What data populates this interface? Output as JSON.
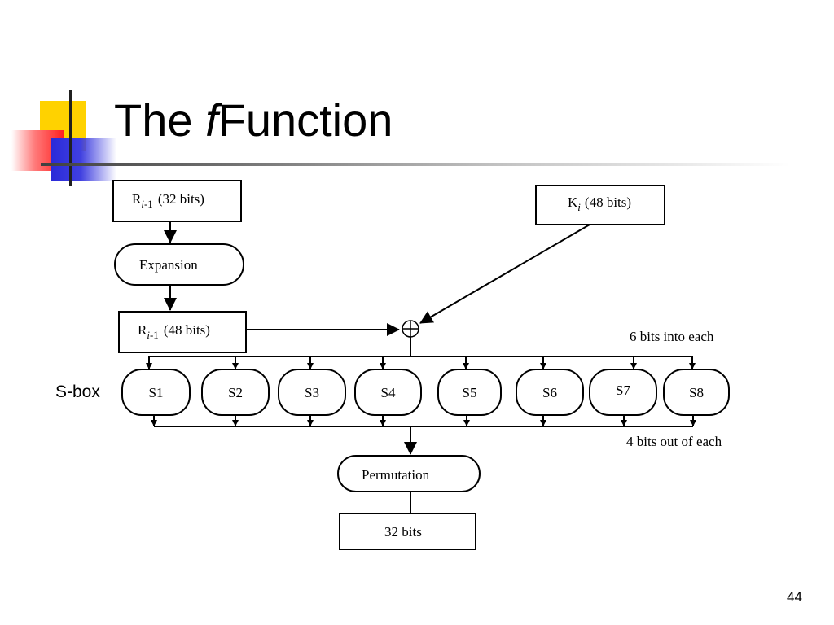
{
  "slide": {
    "title_pre": "The",
    "title_f": "f",
    "title_post": "Function",
    "sbox_label": "S-box",
    "page_number": "44"
  },
  "diagram": {
    "r_in": {
      "letter": "R",
      "sub": "i",
      "sub_tail": "-1",
      "bits": "(32 bits)"
    },
    "key": {
      "letter": "K",
      "sub": "i",
      "bits": "(48 bits)"
    },
    "expansion": "Expansion",
    "r_expanded": {
      "letter": "R",
      "sub": "i",
      "sub_tail": "-1",
      "bits": "(48 bits)"
    },
    "xor_symbol": "⊕",
    "bits_in_note": "6 bits into each",
    "sboxes": [
      "S1",
      "S2",
      "S3",
      "S4",
      "S5",
      "S6",
      "S7",
      "S8"
    ],
    "bits_out_note": "4 bits out of each",
    "permutation": "Permutation",
    "output": "32 bits"
  }
}
